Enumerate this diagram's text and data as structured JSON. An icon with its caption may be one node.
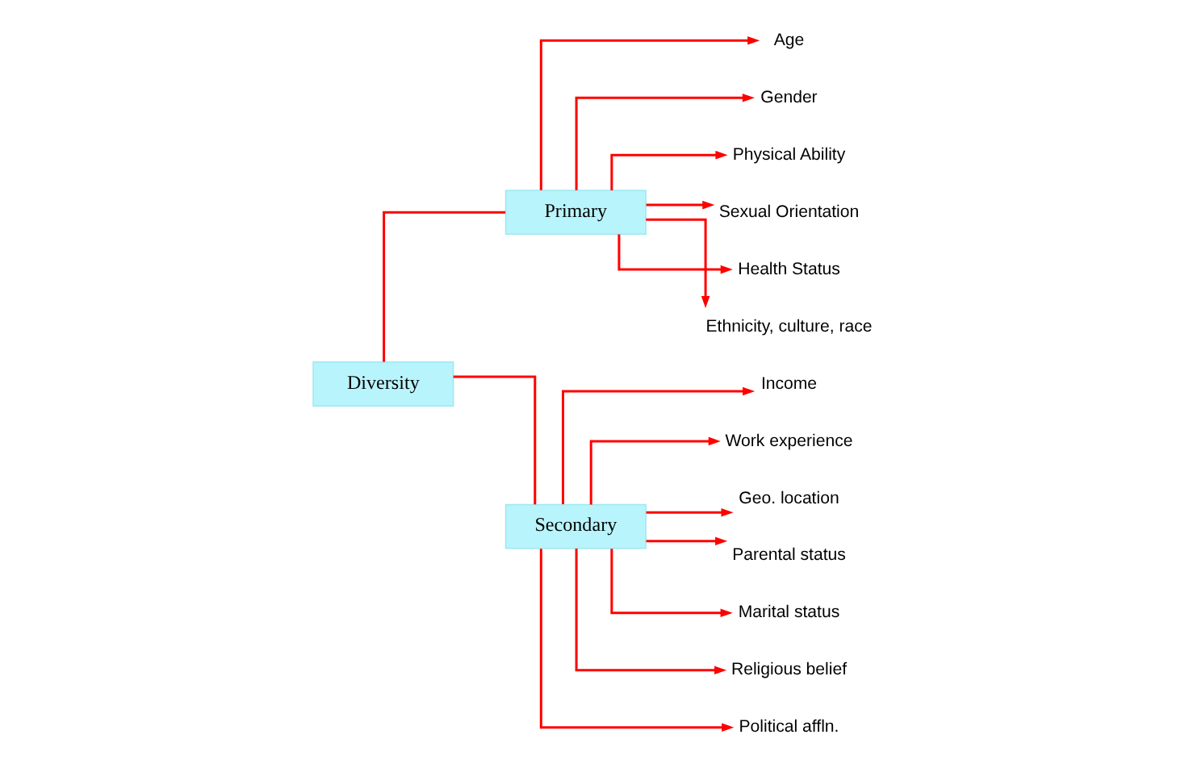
{
  "diagram": {
    "nodes": [
      {
        "text": [
          "Diversity"
        ]
      },
      {
        "text": [
          "Primary"
        ]
      },
      {
        "text": [
          "Secondary"
        ]
      },
      {
        "text": [
          "Age"
        ]
      },
      {
        "text": [
          "Gender"
        ]
      },
      {
        "text": [
          "Physical Ability"
        ]
      },
      {
        "text": [
          "Sexual Orientation"
        ]
      },
      {
        "text": [
          "Health Status"
        ]
      },
      {
        "text": [
          "Ethnicity, culture, race"
        ]
      },
      {
        "text": [
          "Income"
        ]
      },
      {
        "text": [
          "Work experience"
        ]
      },
      {
        "text": [
          "Geo. location"
        ]
      },
      {
        "text": [
          "Parental status"
        ]
      },
      {
        "text": [
          "Marital status"
        ]
      },
      {
        "text": [
          "Religious belief"
        ]
      },
      {
        "text": [
          "Political affln."
        ]
      }
    ],
    "edges": [
      {
        "from": 0,
        "to": 1,
        "arrow": "none"
      },
      {
        "from": 0,
        "to": 2,
        "arrow": "none"
      },
      {
        "from": 1,
        "to": 3,
        "arrow": "to"
      },
      {
        "from": 1,
        "to": 4,
        "arrow": "to"
      },
      {
        "from": 1,
        "to": 5,
        "arrow": "to"
      },
      {
        "from": 1,
        "to": 6,
        "arrow": "to"
      },
      {
        "from": 1,
        "to": 7,
        "arrow": "to"
      },
      {
        "from": 1,
        "to": 8,
        "arrow": "to"
      },
      {
        "from": 2,
        "to": 9,
        "arrow": "to"
      },
      {
        "from": 2,
        "to": 10,
        "arrow": "to"
      },
      {
        "from": 2,
        "to": 11,
        "arrow": "to"
      },
      {
        "from": 2,
        "to": 12,
        "arrow": "to"
      },
      {
        "from": 2,
        "to": 13,
        "arrow": "to"
      },
      {
        "from": 2,
        "to": 14,
        "arrow": "to"
      },
      {
        "from": 2,
        "to": 15,
        "arrow": "to"
      }
    ]
  }
}
